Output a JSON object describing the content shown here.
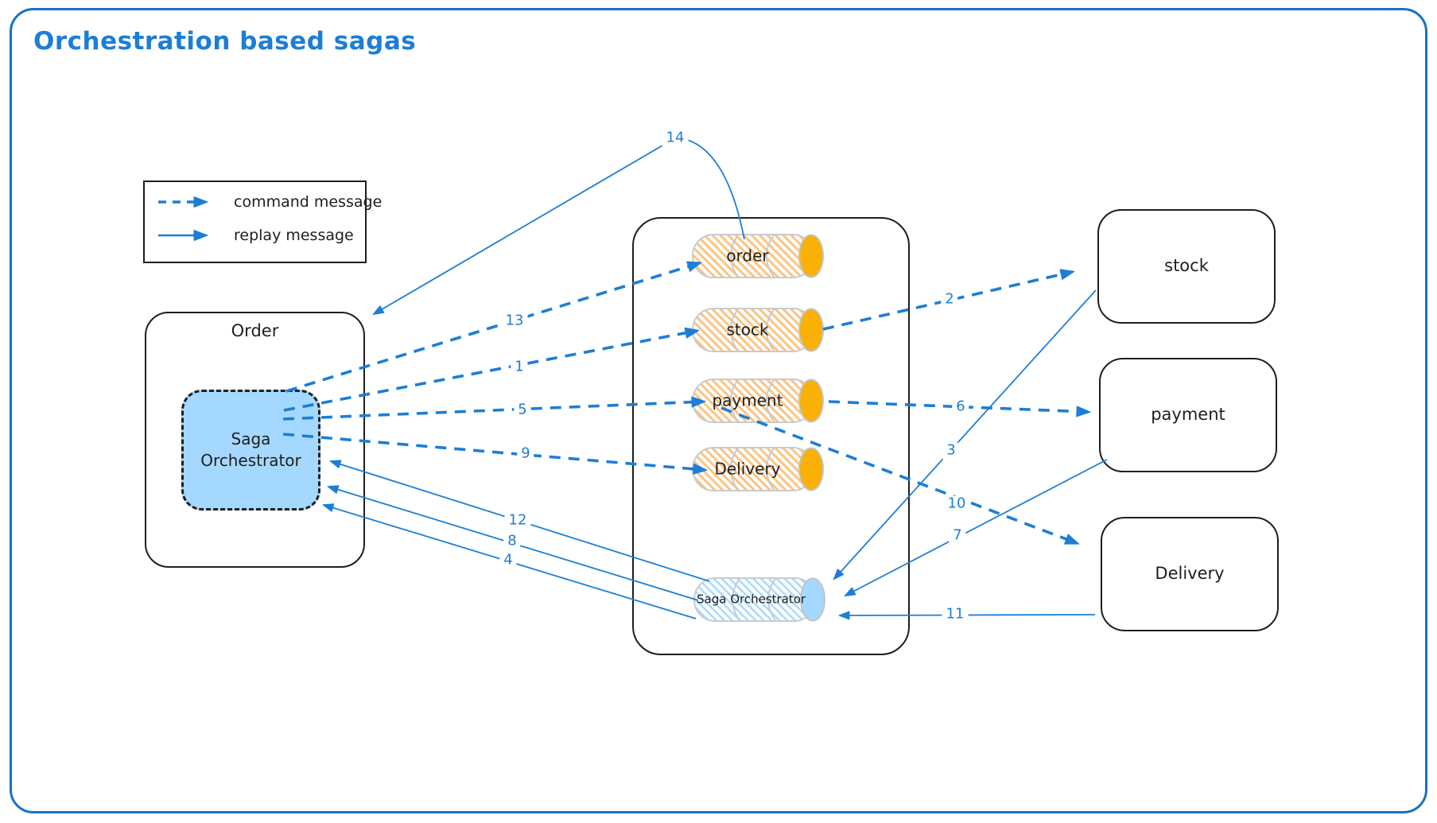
{
  "title": "Orchestration based sagas",
  "colors": {
    "accent_blue": "#1c7ed6",
    "frame_blue": "#1971c2",
    "stroke_dark": "#1e1e1e",
    "queue_outline_gray": "#c6cbd1",
    "queue_orange_hatch": "#ffc078",
    "queue_orange_cap": "#fab005",
    "queue_blue_hatch": "#a5d8ff",
    "queue_blue_cap": "#a5d8ff",
    "orchestrator_fill": "#a5d8ff"
  },
  "legend": {
    "items": [
      {
        "label": "command message",
        "style": "dashed"
      },
      {
        "label": "replay message",
        "style": "solid"
      }
    ]
  },
  "order_service": {
    "label": "Order",
    "orchestrator_label": "Saga\nOrchestrator"
  },
  "message_bus": {
    "queues": [
      {
        "label": "order",
        "color": "orange"
      },
      {
        "label": "stock",
        "color": "orange"
      },
      {
        "label": "payment",
        "color": "orange"
      },
      {
        "label": "Delivery",
        "color": "orange"
      }
    ],
    "orchestrator_queue_label": "Saga Orchestrator"
  },
  "services": [
    {
      "label": "stock"
    },
    {
      "label": "payment"
    },
    {
      "label": "Delivery"
    }
  ],
  "messages": [
    {
      "label": "1",
      "type": "command"
    },
    {
      "label": "2",
      "type": "command"
    },
    {
      "label": "3",
      "type": "replay"
    },
    {
      "label": "4",
      "type": "replay"
    },
    {
      "label": "5",
      "type": "command"
    },
    {
      "label": "6",
      "type": "command"
    },
    {
      "label": "7",
      "type": "replay"
    },
    {
      "label": "8",
      "type": "replay"
    },
    {
      "label": "9",
      "type": "command"
    },
    {
      "label": "10",
      "type": "command"
    },
    {
      "label": "11",
      "type": "replay"
    },
    {
      "label": "12",
      "type": "replay"
    },
    {
      "label": "13",
      "type": "command"
    },
    {
      "label": "14",
      "type": "replay"
    }
  ]
}
